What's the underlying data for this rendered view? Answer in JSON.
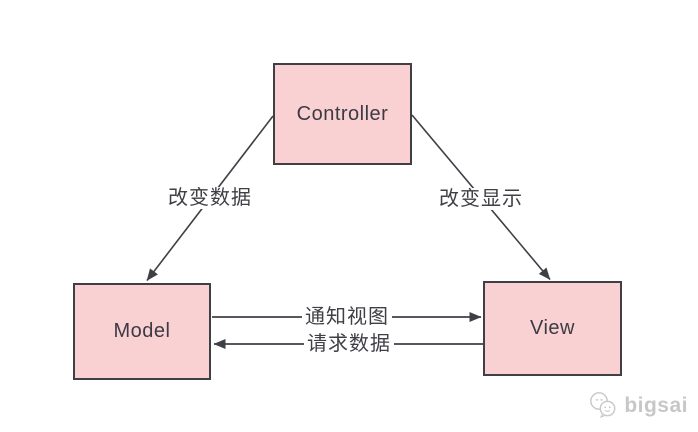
{
  "diagram": {
    "type": "mvc-architecture",
    "nodes": [
      {
        "id": "controller",
        "label": "Controller"
      },
      {
        "id": "model",
        "label": "Model"
      },
      {
        "id": "view",
        "label": "View"
      }
    ],
    "edges": [
      {
        "from": "controller",
        "to": "model",
        "label": "改变数据"
      },
      {
        "from": "controller",
        "to": "view",
        "label": "改变显示"
      },
      {
        "from": "model",
        "to": "view",
        "label": "通知视图"
      },
      {
        "from": "view",
        "to": "model",
        "label": "请求数据"
      }
    ],
    "colors": {
      "node_fill": "#fad1d3",
      "node_border": "#413f46",
      "arrow": "#3f3f46",
      "label_text": "#3f3f46",
      "watermark": "#c7c7c7",
      "background": "#ffffff"
    }
  },
  "watermark": {
    "text": "bigsai",
    "icon": "chat-bubbles-logo"
  }
}
